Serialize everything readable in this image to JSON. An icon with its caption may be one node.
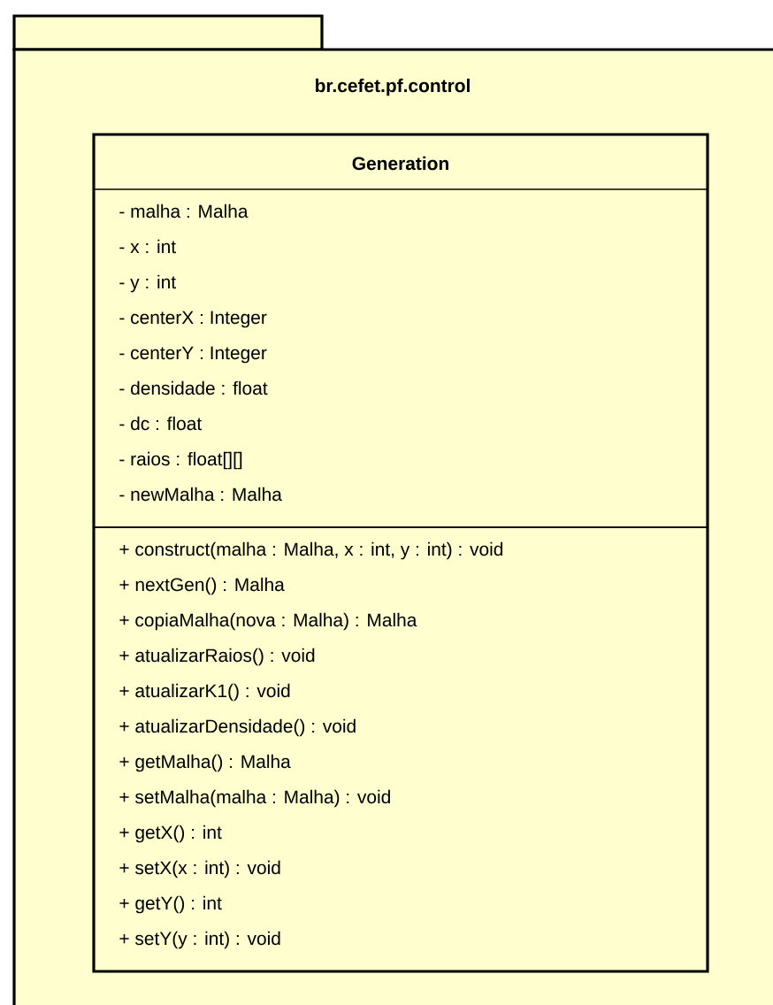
{
  "diagram": {
    "nodes": [
      {
        "text": [
          "br.cefet.pf.control"
        ]
      },
      {
        "text": [
          "Generation"
        ],
        "in": 0
      },
      {
        "text": [
          "- malha : Malha",
          "- x : int",
          "- y : int",
          "- centerX : Integer",
          "- centerY : Integer",
          "- densidade : float",
          "- dc : float",
          "- raios : float[][]",
          "- newMalha : Malha"
        ],
        "in": 1
      },
      {
        "text": [
          "+ construct(malha : Malha, x : int, y : int) : void",
          "+ nextGen() : Malha",
          "+ copiaMalha(nova : Malha) : Malha",
          "+ atualizarRaios() : void",
          "+ atualizarK1() : void",
          "+ atualizarDensidade() : void",
          "+ getMalha() : Malha",
          "+ setMalha(malha : Malha) : void",
          "+ getX() : int",
          "+ setX(x : int) : void",
          "+ getY() : int",
          "+ setY(y : int) : void"
        ],
        "in": 1
      }
    ]
  }
}
